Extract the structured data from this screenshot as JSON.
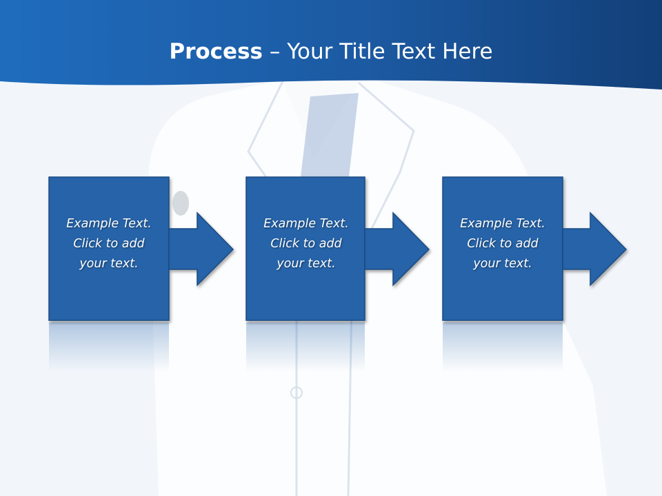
{
  "slide": {
    "title_bold": "Process",
    "title_separator": " – ",
    "title_rest": "Your Title Text Here",
    "steps": [
      {
        "line1": "Example Text.",
        "line2": "Click  to add",
        "line3": "your text."
      },
      {
        "line1": "Example Text.",
        "line2": "Click  to add",
        "line3": "your text."
      },
      {
        "line1": "Example Text.",
        "line2": "Click  to add",
        "line3": "your text."
      }
    ]
  },
  "colors": {
    "header_blue": "#1e5ea5",
    "box_blue": "#2563a8",
    "box_border": "#1a4a82",
    "background": "#f2f6fb"
  }
}
